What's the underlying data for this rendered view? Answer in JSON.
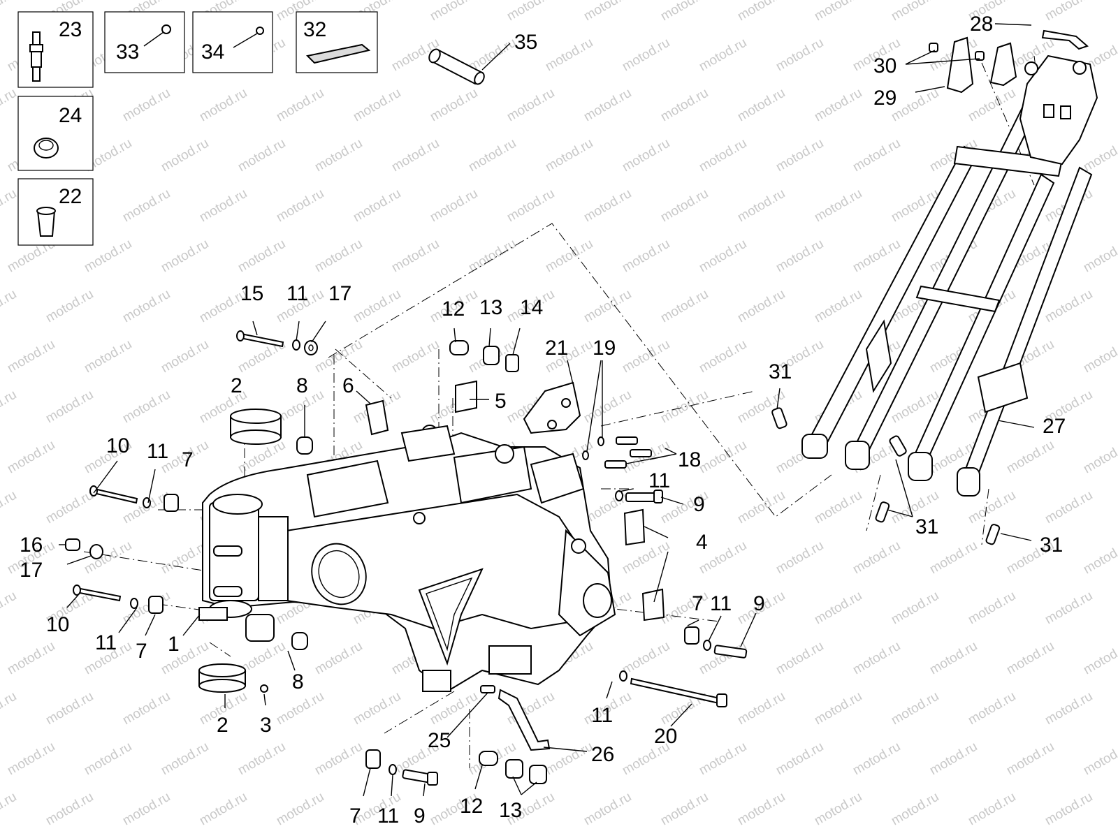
{
  "watermark": "motod.ru",
  "callouts": {
    "n1": "1",
    "n2": "2",
    "n3": "3",
    "n4": "4",
    "n5": "5",
    "n6": "6",
    "n7": "7",
    "n8": "8",
    "n9": "9",
    "n10": "10",
    "n11": "11",
    "n12": "12",
    "n13": "13",
    "n14": "14",
    "n15": "15",
    "n16": "16",
    "n17": "17",
    "n18": "18",
    "n19": "19",
    "n20": "20",
    "n21": "21",
    "n22": "22",
    "n23": "23",
    "n24": "24",
    "n25": "25",
    "n26": "26",
    "n27": "27",
    "n28": "28",
    "n29": "29",
    "n30": "30",
    "n31": "31",
    "n32": "32",
    "n33": "33",
    "n34": "34",
    "n35": "35"
  }
}
